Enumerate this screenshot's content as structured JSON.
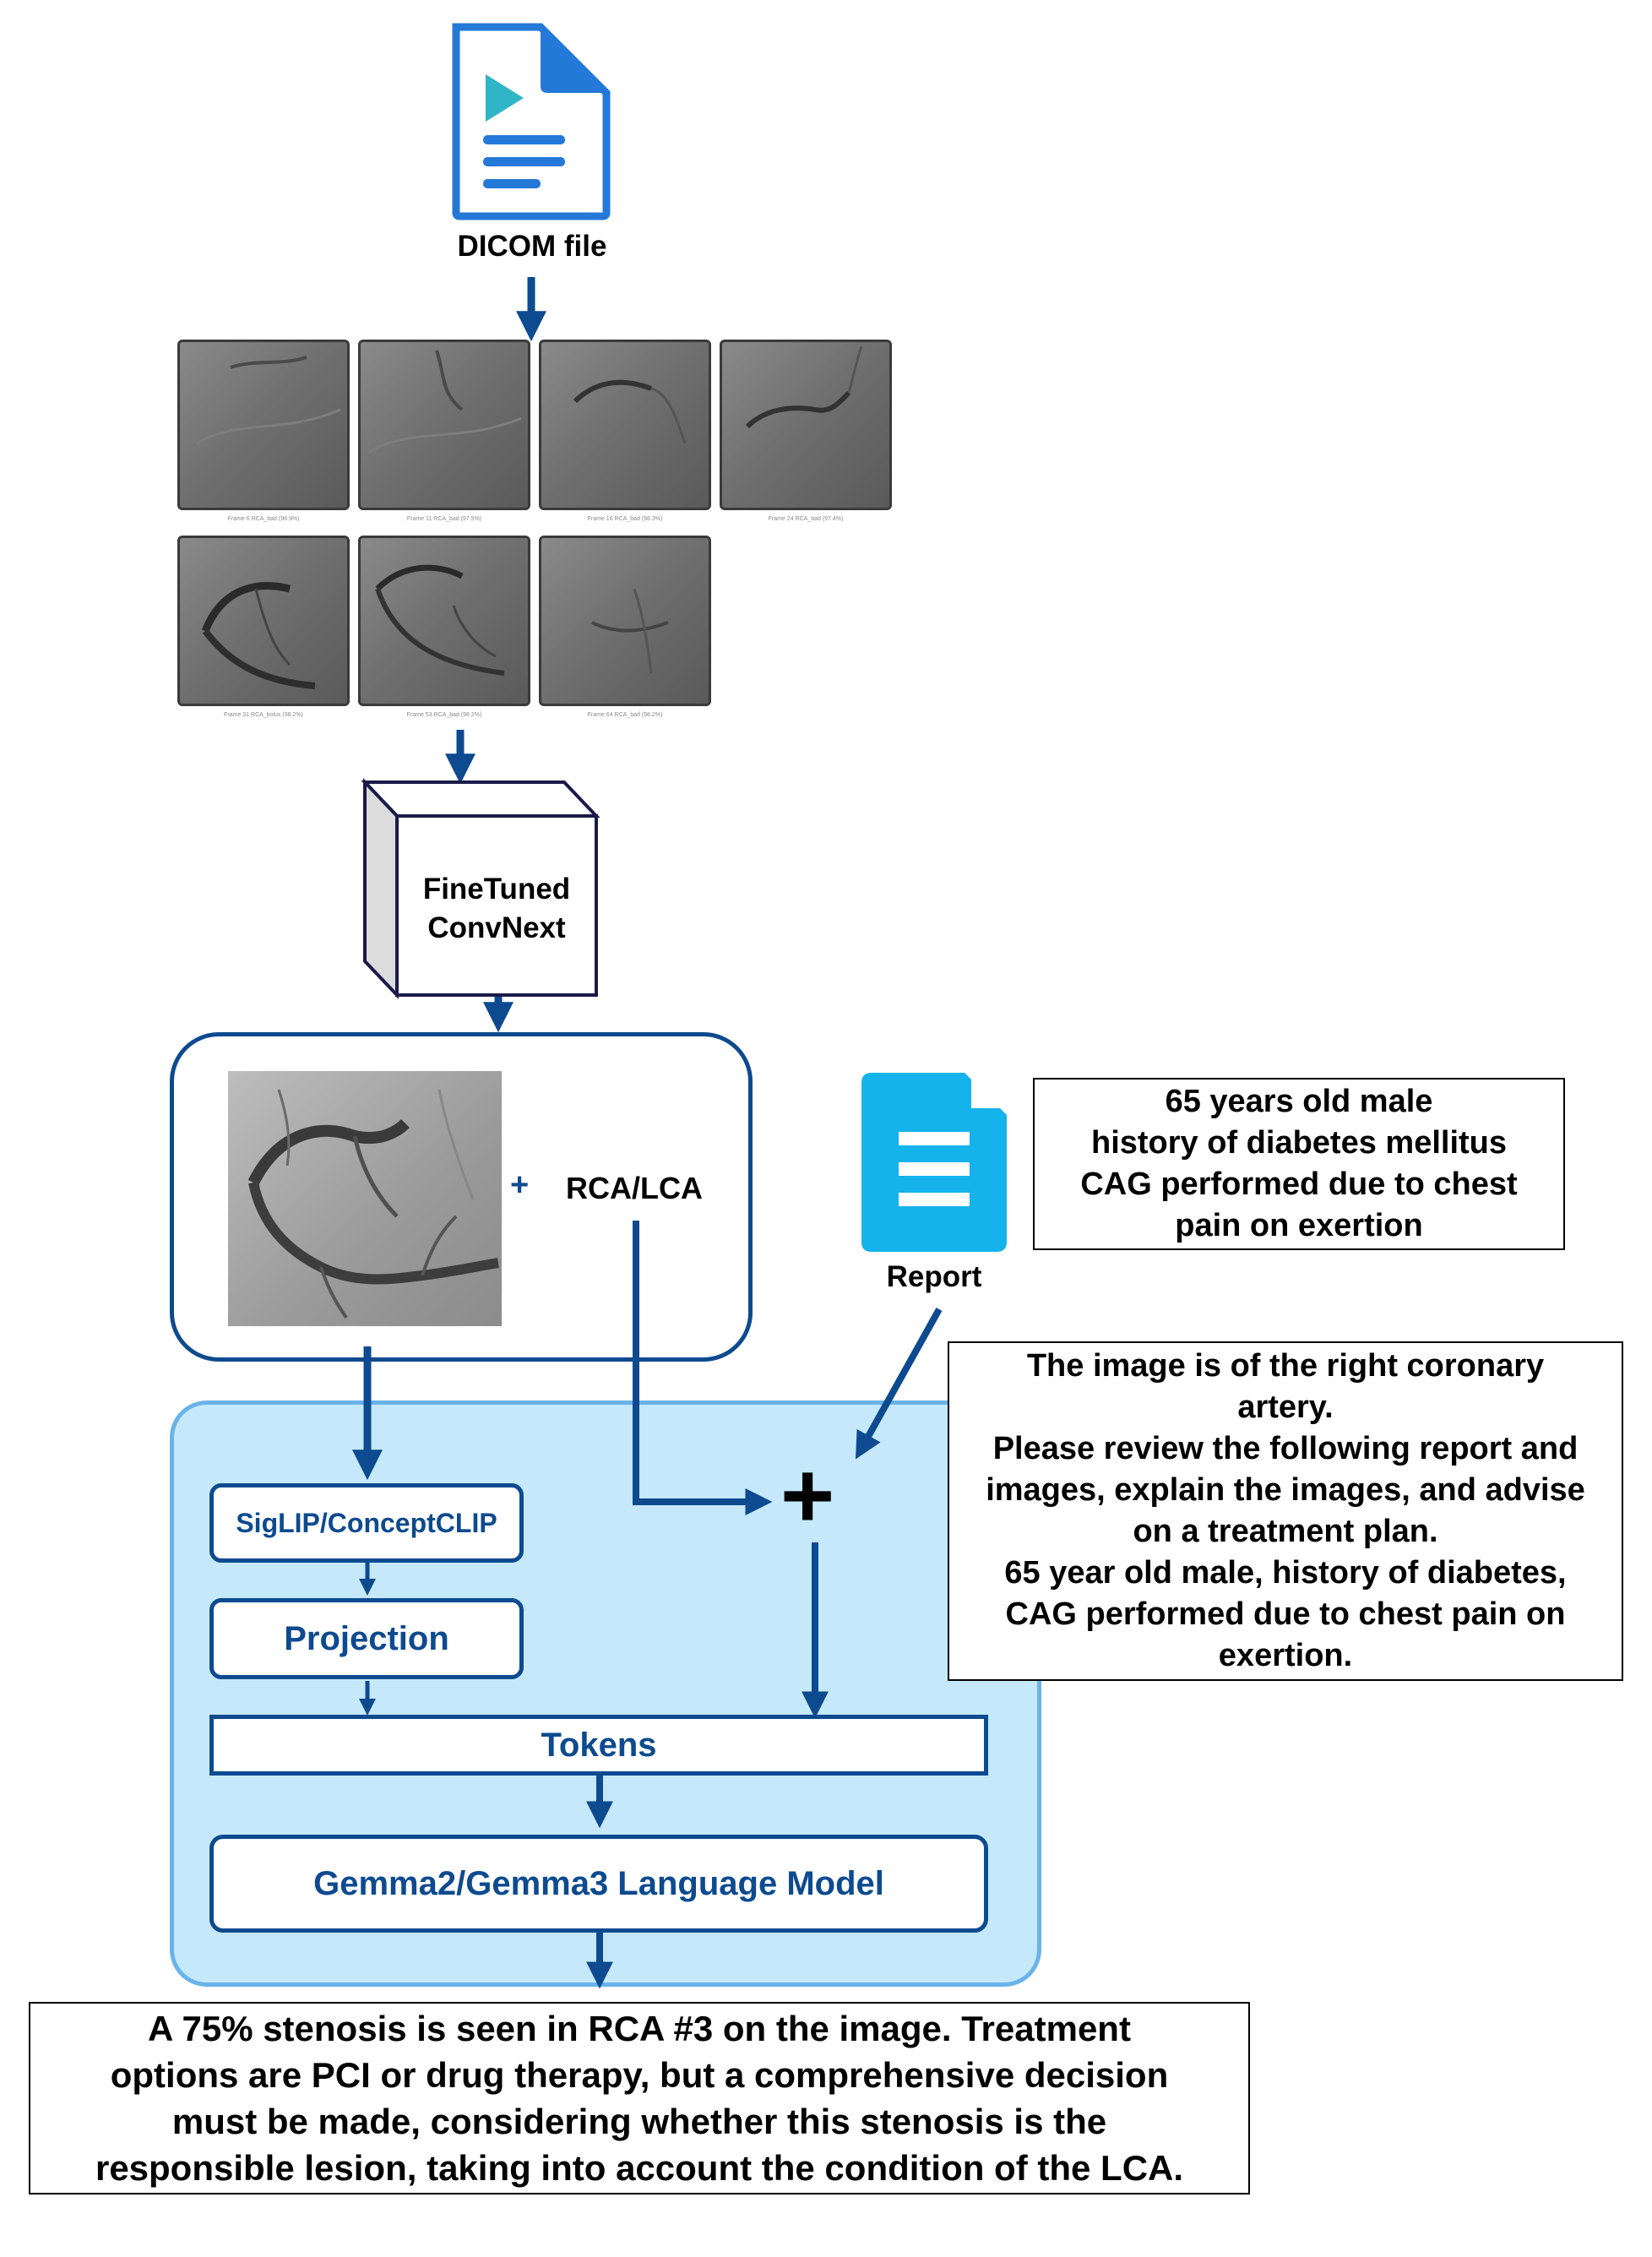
{
  "dicom": {
    "label": "DICOM file",
    "icon": "video-document-icon"
  },
  "frames": [
    "Frame 6 RCA_bad (98.9%)",
    "Frame 11 RCA_bad (97.5%)",
    "Frame 16 RCA_bad (98.3%)",
    "Frame 24 RCA_bad (97.4%)",
    "Frame 31 RCA_bolus (98.2%)",
    "Frame 53 RCA_bad (98.2%)",
    "Frame 64 RCA_bad (98.2%)"
  ],
  "convnext": {
    "line1": "FineTuned",
    "line2": "ConvNext"
  },
  "selection": {
    "plus": "+",
    "label": "RCA/LCA"
  },
  "report": {
    "label": "Report",
    "icon": "report-document-icon"
  },
  "patient_box": {
    "lines": [
      "65 years old male",
      "history of diabetes mellitus",
      "CAG performed due to chest",
      "pain on exertion"
    ]
  },
  "prompt_box": {
    "lines": [
      "The image is of the right coronary",
      "artery.",
      "Please review the following report and",
      "images, explain the images, and advise",
      "on a treatment plan.",
      "65 year old male, history of diabetes,",
      "CAG performed due to chest pain on",
      "exertion."
    ]
  },
  "pipeline": {
    "encoder": "SigLIP/ConceptCLIP",
    "projection": "Projection",
    "tokens": "Tokens",
    "llm": "Gemma2/Gemma3 Language Model",
    "merge": "+"
  },
  "output": {
    "lines": [
      "A 75% stenosis is seen in RCA #3 on the image. Treatment",
      "options are PCI or drug therapy, but a comprehensive decision",
      "must be made, considering whether this stenosis is the",
      "responsible lesion, taking into account the condition of the LCA."
    ]
  },
  "colors": {
    "arrow": "#0d4a8f",
    "panel": "#c5e9fa",
    "panel_border": "#6ab3ea",
    "report_icon": "#14b3ec",
    "dicom_icon": "#2479d8"
  }
}
